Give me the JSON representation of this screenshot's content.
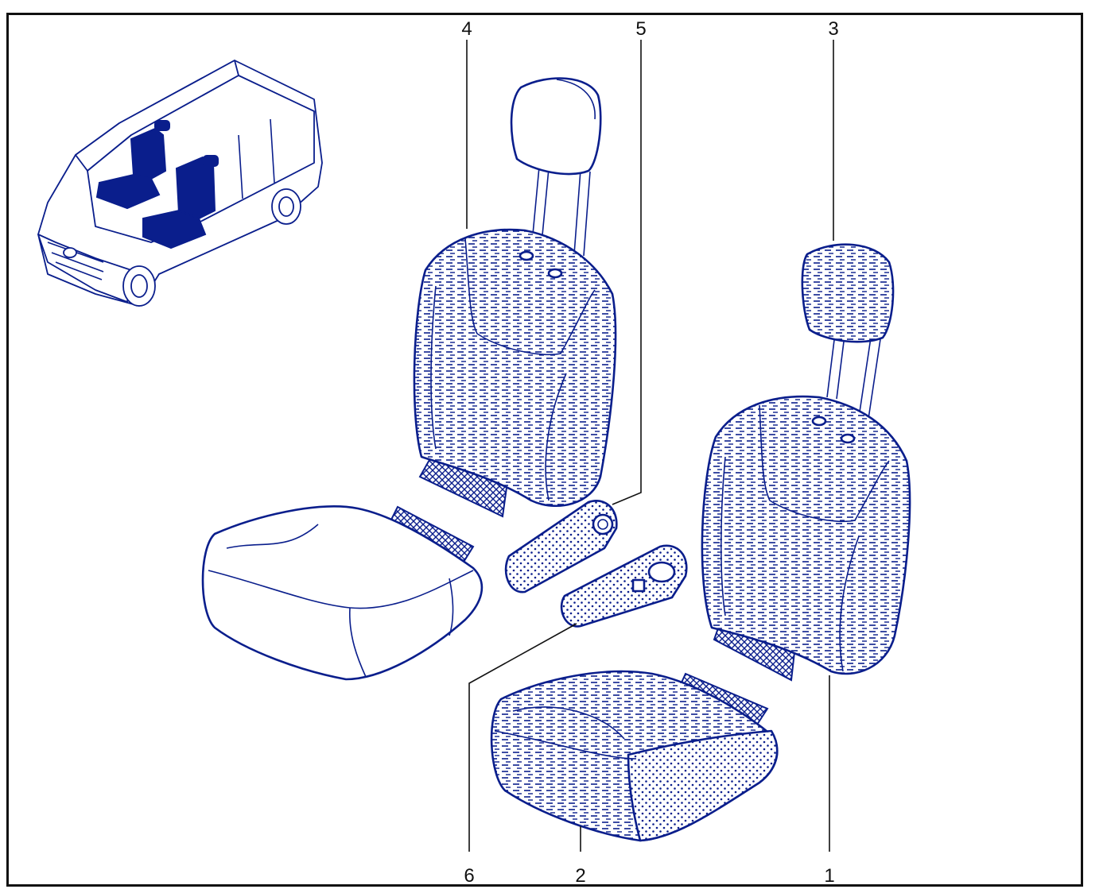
{
  "diagram": {
    "callouts": [
      {
        "label": "1"
      },
      {
        "label": "2"
      },
      {
        "label": "3"
      },
      {
        "label": "4"
      },
      {
        "label": "5"
      },
      {
        "label": "6"
      }
    ],
    "colors": {
      "ink": "#0a1e8c",
      "frame": "#111111",
      "background": "#ffffff"
    }
  }
}
